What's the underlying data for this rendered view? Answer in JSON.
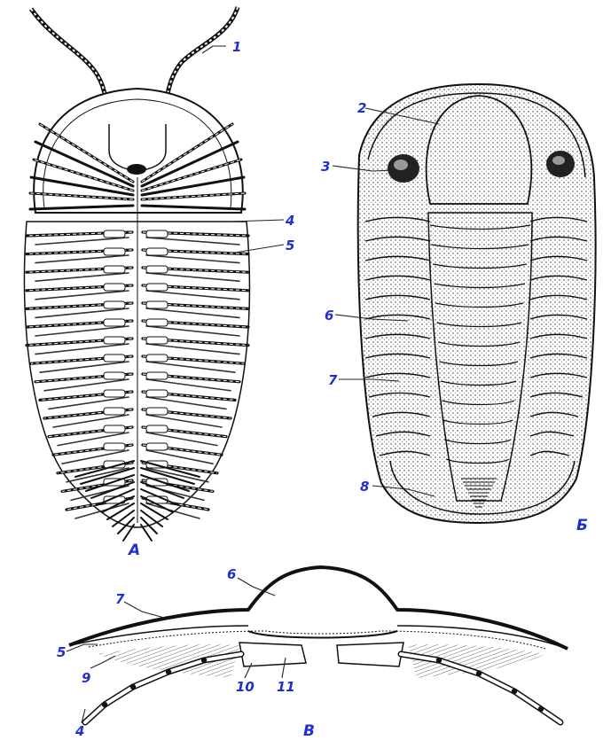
{
  "figure": {
    "panels": [
      {
        "id": "A",
        "label": "А"
      },
      {
        "id": "B",
        "label": "Б"
      },
      {
        "id": "V",
        "label": "В"
      }
    ],
    "callouts": {
      "c1": "1",
      "c2": "2",
      "c3": "3",
      "c4a": "4",
      "c5a": "5",
      "c6a": "6",
      "c7a": "7",
      "c8": "8",
      "c6b": "6",
      "c7b": "7",
      "c5b": "5",
      "c9": "9",
      "c10": "10",
      "c11": "11",
      "c4b": "4"
    },
    "colors": {
      "label": "#1f2fd0",
      "ink": "#111111"
    }
  }
}
